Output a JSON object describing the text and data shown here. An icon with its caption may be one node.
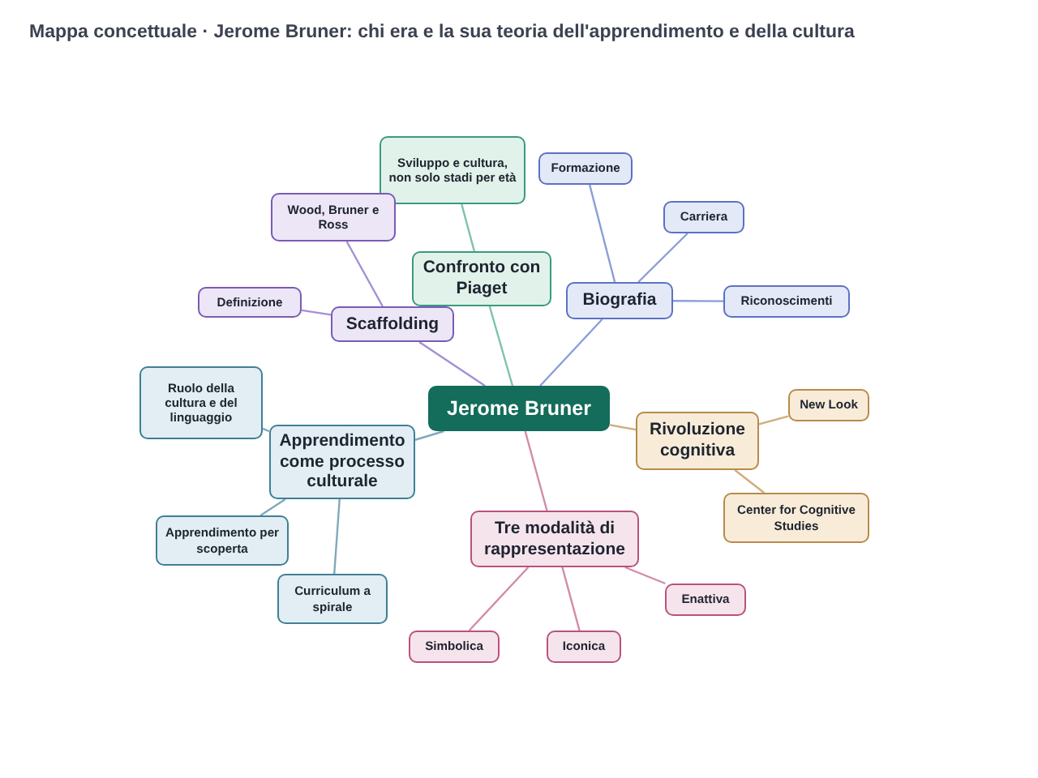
{
  "diagram": {
    "title": "Mappa concettuale · Jerome Bruner: chi era e la sua teoria dell'apprendimento e della cultura",
    "nodes": [
      {
        "text": [
          "Jerome Bruner"
        ]
      },
      {
        "text": [
          "Confronto con Piaget"
        ]
      },
      {
        "text": [
          "Sviluppo e cultura, non solo stadi per età"
        ]
      },
      {
        "text": [
          "Scaffolding"
        ]
      },
      {
        "text": [
          "Wood, Bruner e Ross"
        ]
      },
      {
        "text": [
          "Definizione"
        ]
      },
      {
        "text": [
          "Biografia"
        ]
      },
      {
        "text": [
          "Formazione"
        ]
      },
      {
        "text": [
          "Carriera"
        ]
      },
      {
        "text": [
          "Riconoscimenti"
        ]
      },
      {
        "text": [
          "Apprendimento come processo culturale"
        ]
      },
      {
        "text": [
          "Ruolo della cultura e del linguaggio"
        ]
      },
      {
        "text": [
          "Apprendimento per scoperta"
        ]
      },
      {
        "text": [
          "Curriculum a spirale"
        ]
      },
      {
        "text": [
          "Rivoluzione cognitiva"
        ]
      },
      {
        "text": [
          "New Look"
        ]
      },
      {
        "text": [
          "Center for Cognitive Studies"
        ]
      },
      {
        "text": [
          "Tre modalità di rappresentazione"
        ]
      },
      {
        "text": [
          "Enattiva"
        ]
      },
      {
        "text": [
          "Simbolica"
        ]
      },
      {
        "text": [
          "Iconica"
        ]
      }
    ],
    "edges": [
      {
        "from": 0,
        "to": 1,
        "arrow": "none",
        "color": "#7cc2ae"
      },
      {
        "from": 1,
        "to": 2,
        "arrow": "none",
        "color": "#7cc2ae"
      },
      {
        "from": 0,
        "to": 3,
        "arrow": "none",
        "color": "#a58fd3"
      },
      {
        "from": 3,
        "to": 4,
        "arrow": "none",
        "color": "#a58fd3"
      },
      {
        "from": 3,
        "to": 5,
        "arrow": "none",
        "color": "#a58fd3"
      },
      {
        "from": 0,
        "to": 6,
        "arrow": "none",
        "color": "#8c9ed8"
      },
      {
        "from": 6,
        "to": 7,
        "arrow": "none",
        "color": "#8c9ed8"
      },
      {
        "from": 6,
        "to": 8,
        "arrow": "none",
        "color": "#8c9ed8"
      },
      {
        "from": 6,
        "to": 9,
        "arrow": "none",
        "color": "#8c9ed8"
      },
      {
        "from": 0,
        "to": 10,
        "arrow": "none",
        "color": "#7fa9bb"
      },
      {
        "from": 10,
        "to": 11,
        "arrow": "none",
        "color": "#7fa9bb"
      },
      {
        "from": 10,
        "to": 12,
        "arrow": "none",
        "color": "#7fa9bb"
      },
      {
        "from": 10,
        "to": 13,
        "arrow": "none",
        "color": "#7fa9bb"
      },
      {
        "from": 0,
        "to": 14,
        "arrow": "none",
        "color": "#d2ac7c"
      },
      {
        "from": 14,
        "to": 15,
        "arrow": "none",
        "color": "#d2ac7c"
      },
      {
        "from": 14,
        "to": 16,
        "arrow": "none",
        "color": "#d2ac7c"
      },
      {
        "from": 0,
        "to": 17,
        "arrow": "none",
        "color": "#d48aa8"
      },
      {
        "from": 17,
        "to": 18,
        "arrow": "none",
        "color": "#d48aa8"
      },
      {
        "from": 17,
        "to": 19,
        "arrow": "none",
        "color": "#d48aa8"
      },
      {
        "from": 17,
        "to": 20,
        "arrow": "none",
        "color": "#d48aa8"
      }
    ]
  }
}
